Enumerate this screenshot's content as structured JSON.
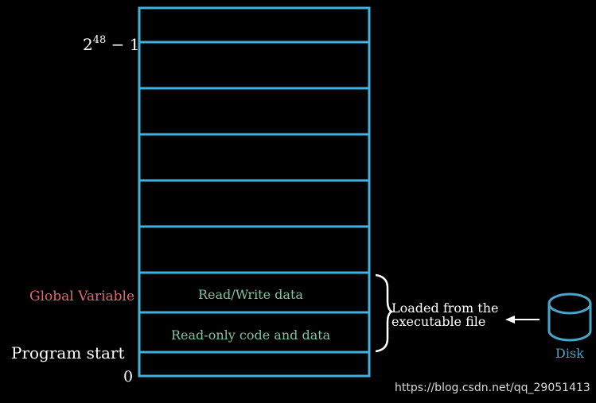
{
  "memory": {
    "top_address_base": "2",
    "top_address_exp": "48",
    "top_address_suffix": "− 1",
    "bottom_address": "0",
    "program_start": "Program start",
    "global_variable": "Global Variable",
    "rw_segment": "Read/Write data",
    "ro_segment": "Read-only code and data"
  },
  "loader": {
    "line1": "Loaded from the",
    "line2": "executable file",
    "disk_label": "Disk",
    "arrow": "arrow-left"
  },
  "watermark": "https://blog.csdn.net/qq_29051413",
  "colors": {
    "background": "#000000",
    "box": "#3fb3df",
    "disk": "#4aa3c8",
    "highlight_label": "#e06a6a",
    "segment_text": "#7fc4a0",
    "text": "#ffffff"
  }
}
